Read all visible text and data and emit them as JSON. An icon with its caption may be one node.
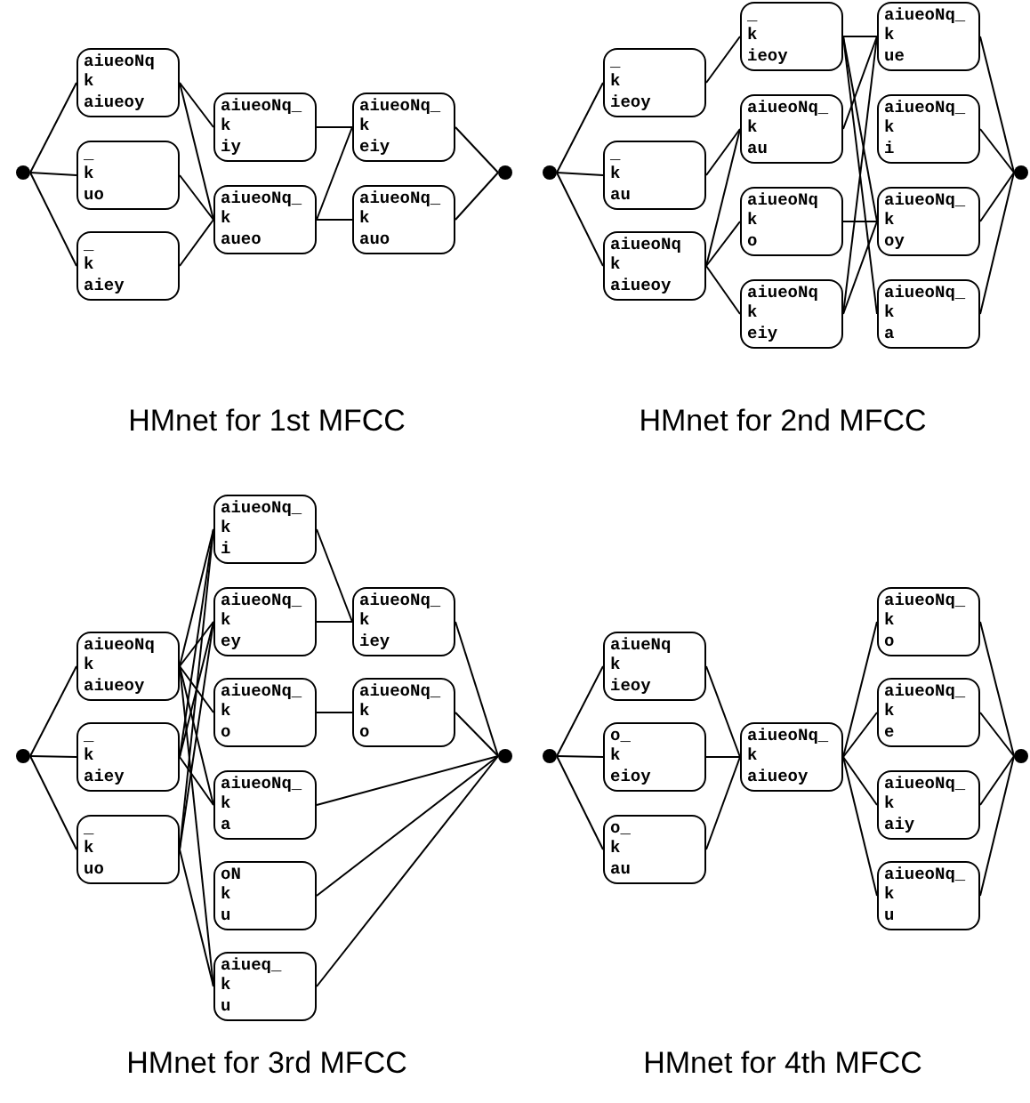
{
  "diagram": {
    "nodes": [
      {
        "text": [],
        "shape": "circle"
      },
      {
        "text": [
          "aiueoNq",
          "k",
          "aiueoy"
        ]
      },
      {
        "text": [
          "_",
          "k",
          "uo"
        ]
      },
      {
        "text": [
          "_",
          "k",
          "aiey"
        ]
      },
      {
        "text": [
          "aiueoNq_",
          "k",
          "iy"
        ]
      },
      {
        "text": [
          "aiueoNq_",
          "k",
          "aueo"
        ]
      },
      {
        "text": [
          "aiueoNq_",
          "k",
          "eiy"
        ]
      },
      {
        "text": [
          "aiueoNq_",
          "k",
          "auo"
        ]
      },
      {
        "text": [],
        "shape": "circle"
      },
      {
        "text": [],
        "shape": "circle"
      },
      {
        "text": [
          "_",
          "k",
          "ieoy"
        ]
      },
      {
        "text": [
          "_",
          "k",
          "au"
        ]
      },
      {
        "text": [
          "aiueoNq",
          "k",
          "aiueoy"
        ]
      },
      {
        "text": [
          "_",
          "k",
          "ieoy"
        ]
      },
      {
        "text": [
          "aiueoNq_",
          "k",
          "au"
        ]
      },
      {
        "text": [
          "aiueoNq",
          "k",
          "o"
        ]
      },
      {
        "text": [
          "aiueoNq",
          "k",
          "eiy"
        ]
      },
      {
        "text": [
          "aiueoNq_",
          "k",
          "ue"
        ]
      },
      {
        "text": [
          "aiueoNq_",
          "k",
          "i"
        ]
      },
      {
        "text": [
          "aiueoNq_",
          "k",
          "oy"
        ]
      },
      {
        "text": [
          "aiueoNq_",
          "k",
          "a"
        ]
      },
      {
        "text": [],
        "shape": "circle"
      },
      {
        "text": [],
        "shape": "circle"
      },
      {
        "text": [
          "aiueoNq",
          "k",
          "aiueoy"
        ]
      },
      {
        "text": [
          "_",
          "k",
          "aiey"
        ]
      },
      {
        "text": [
          "_",
          "k",
          "uo"
        ]
      },
      {
        "text": [
          "aiueoNq_",
          "k",
          "i"
        ]
      },
      {
        "text": [
          "aiueoNq_",
          "k",
          "ey"
        ]
      },
      {
        "text": [
          "aiueoNq_",
          "k",
          "o"
        ]
      },
      {
        "text": [
          "aiueoNq_",
          "k",
          "a"
        ]
      },
      {
        "text": [
          "oN",
          "k",
          "u"
        ]
      },
      {
        "text": [
          "aiueq_",
          "k",
          "u"
        ]
      },
      {
        "text": [
          "aiueoNq_",
          "k",
          "iey"
        ]
      },
      {
        "text": [
          "aiueoNq_",
          "k",
          "o"
        ]
      },
      {
        "text": [],
        "shape": "circle"
      },
      {
        "text": [],
        "shape": "circle"
      },
      {
        "text": [
          "aiueNq",
          "k",
          "ieoy"
        ]
      },
      {
        "text": [
          "o_",
          "k",
          "eioy"
        ]
      },
      {
        "text": [
          "o_",
          "k",
          "au"
        ]
      },
      {
        "text": [
          "aiueoNq_",
          "k",
          "aiueoy"
        ]
      },
      {
        "text": [
          "aiueoNq_",
          "k",
          "o"
        ]
      },
      {
        "text": [
          "aiueoNq_",
          "k",
          "e"
        ]
      },
      {
        "text": [
          "aiueoNq_",
          "k",
          "aiy"
        ]
      },
      {
        "text": [
          "aiueoNq_",
          "k",
          "u"
        ]
      },
      {
        "text": [],
        "shape": "circle"
      }
    ],
    "edges": [
      {
        "from": 0,
        "to": 1,
        "arrow": "none"
      },
      {
        "from": 0,
        "to": 2,
        "arrow": "none"
      },
      {
        "from": 0,
        "to": 3,
        "arrow": "none"
      },
      {
        "from": 1,
        "to": 4,
        "arrow": "none"
      },
      {
        "from": 1,
        "to": 5,
        "arrow": "none"
      },
      {
        "from": 2,
        "to": 5,
        "arrow": "none"
      },
      {
        "from": 3,
        "to": 5,
        "arrow": "none"
      },
      {
        "from": 4,
        "to": 6,
        "arrow": "none"
      },
      {
        "from": 5,
        "to": 6,
        "arrow": "none"
      },
      {
        "from": 5,
        "to": 7,
        "arrow": "none"
      },
      {
        "from": 6,
        "to": 8,
        "arrow": "none"
      },
      {
        "from": 7,
        "to": 8,
        "arrow": "none"
      },
      {
        "from": 9,
        "to": 10,
        "arrow": "none"
      },
      {
        "from": 9,
        "to": 11,
        "arrow": "none"
      },
      {
        "from": 9,
        "to": 12,
        "arrow": "none"
      },
      {
        "from": 10,
        "to": 13,
        "arrow": "none"
      },
      {
        "from": 11,
        "to": 14,
        "arrow": "none"
      },
      {
        "from": 12,
        "to": 14,
        "arrow": "none"
      },
      {
        "from": 12,
        "to": 15,
        "arrow": "none"
      },
      {
        "from": 12,
        "to": 16,
        "arrow": "none"
      },
      {
        "from": 13,
        "to": 17,
        "arrow": "none"
      },
      {
        "from": 13,
        "to": 19,
        "arrow": "none"
      },
      {
        "from": 13,
        "to": 20,
        "arrow": "none"
      },
      {
        "from": 14,
        "to": 17,
        "arrow": "none"
      },
      {
        "from": 15,
        "to": 19,
        "arrow": "none"
      },
      {
        "from": 16,
        "to": 17,
        "arrow": "none"
      },
      {
        "from": 16,
        "to": 19,
        "arrow": "none"
      },
      {
        "from": 17,
        "to": 21,
        "arrow": "none"
      },
      {
        "from": 18,
        "to": 21,
        "arrow": "none"
      },
      {
        "from": 19,
        "to": 21,
        "arrow": "none"
      },
      {
        "from": 20,
        "to": 21,
        "arrow": "none"
      },
      {
        "from": 22,
        "to": 23,
        "arrow": "none"
      },
      {
        "from": 22,
        "to": 24,
        "arrow": "none"
      },
      {
        "from": 22,
        "to": 25,
        "arrow": "none"
      },
      {
        "from": 23,
        "to": 26,
        "arrow": "none"
      },
      {
        "from": 23,
        "to": 27,
        "arrow": "none"
      },
      {
        "from": 23,
        "to": 28,
        "arrow": "none"
      },
      {
        "from": 23,
        "to": 29,
        "arrow": "none"
      },
      {
        "from": 23,
        "to": 31,
        "arrow": "none"
      },
      {
        "from": 24,
        "to": 26,
        "arrow": "none"
      },
      {
        "from": 24,
        "to": 27,
        "arrow": "none"
      },
      {
        "from": 24,
        "to": 29,
        "arrow": "none"
      },
      {
        "from": 25,
        "to": 26,
        "arrow": "none"
      },
      {
        "from": 25,
        "to": 27,
        "arrow": "none"
      },
      {
        "from": 25,
        "to": 31,
        "arrow": "none"
      },
      {
        "from": 26,
        "to": 32,
        "arrow": "none"
      },
      {
        "from": 27,
        "to": 32,
        "arrow": "none"
      },
      {
        "from": 28,
        "to": 33,
        "arrow": "none"
      },
      {
        "from": 32,
        "to": 34,
        "arrow": "none"
      },
      {
        "from": 33,
        "to": 34,
        "arrow": "none"
      },
      {
        "from": 29,
        "to": 34,
        "arrow": "none"
      },
      {
        "from": 30,
        "to": 34,
        "arrow": "none"
      },
      {
        "from": 31,
        "to": 34,
        "arrow": "none"
      },
      {
        "from": 35,
        "to": 36,
        "arrow": "none"
      },
      {
        "from": 35,
        "to": 37,
        "arrow": "none"
      },
      {
        "from": 35,
        "to": 38,
        "arrow": "none"
      },
      {
        "from": 36,
        "to": 39,
        "arrow": "none"
      },
      {
        "from": 37,
        "to": 39,
        "arrow": "none"
      },
      {
        "from": 38,
        "to": 39,
        "arrow": "none"
      },
      {
        "from": 39,
        "to": 40,
        "arrow": "none"
      },
      {
        "from": 39,
        "to": 41,
        "arrow": "none"
      },
      {
        "from": 39,
        "to": 42,
        "arrow": "none"
      },
      {
        "from": 39,
        "to": 43,
        "arrow": "none"
      },
      {
        "from": 40,
        "to": 44,
        "arrow": "none"
      },
      {
        "from": 41,
        "to": 44,
        "arrow": "none"
      },
      {
        "from": 42,
        "to": 44,
        "arrow": "none"
      },
      {
        "from": 43,
        "to": 44,
        "arrow": "none"
      }
    ],
    "labels": [
      "HMnet for 1st MFCC",
      "HMnet for 2nd MFCC",
      "HMnet for 3rd MFCC",
      "HMnet for 4th MFCC"
    ]
  }
}
